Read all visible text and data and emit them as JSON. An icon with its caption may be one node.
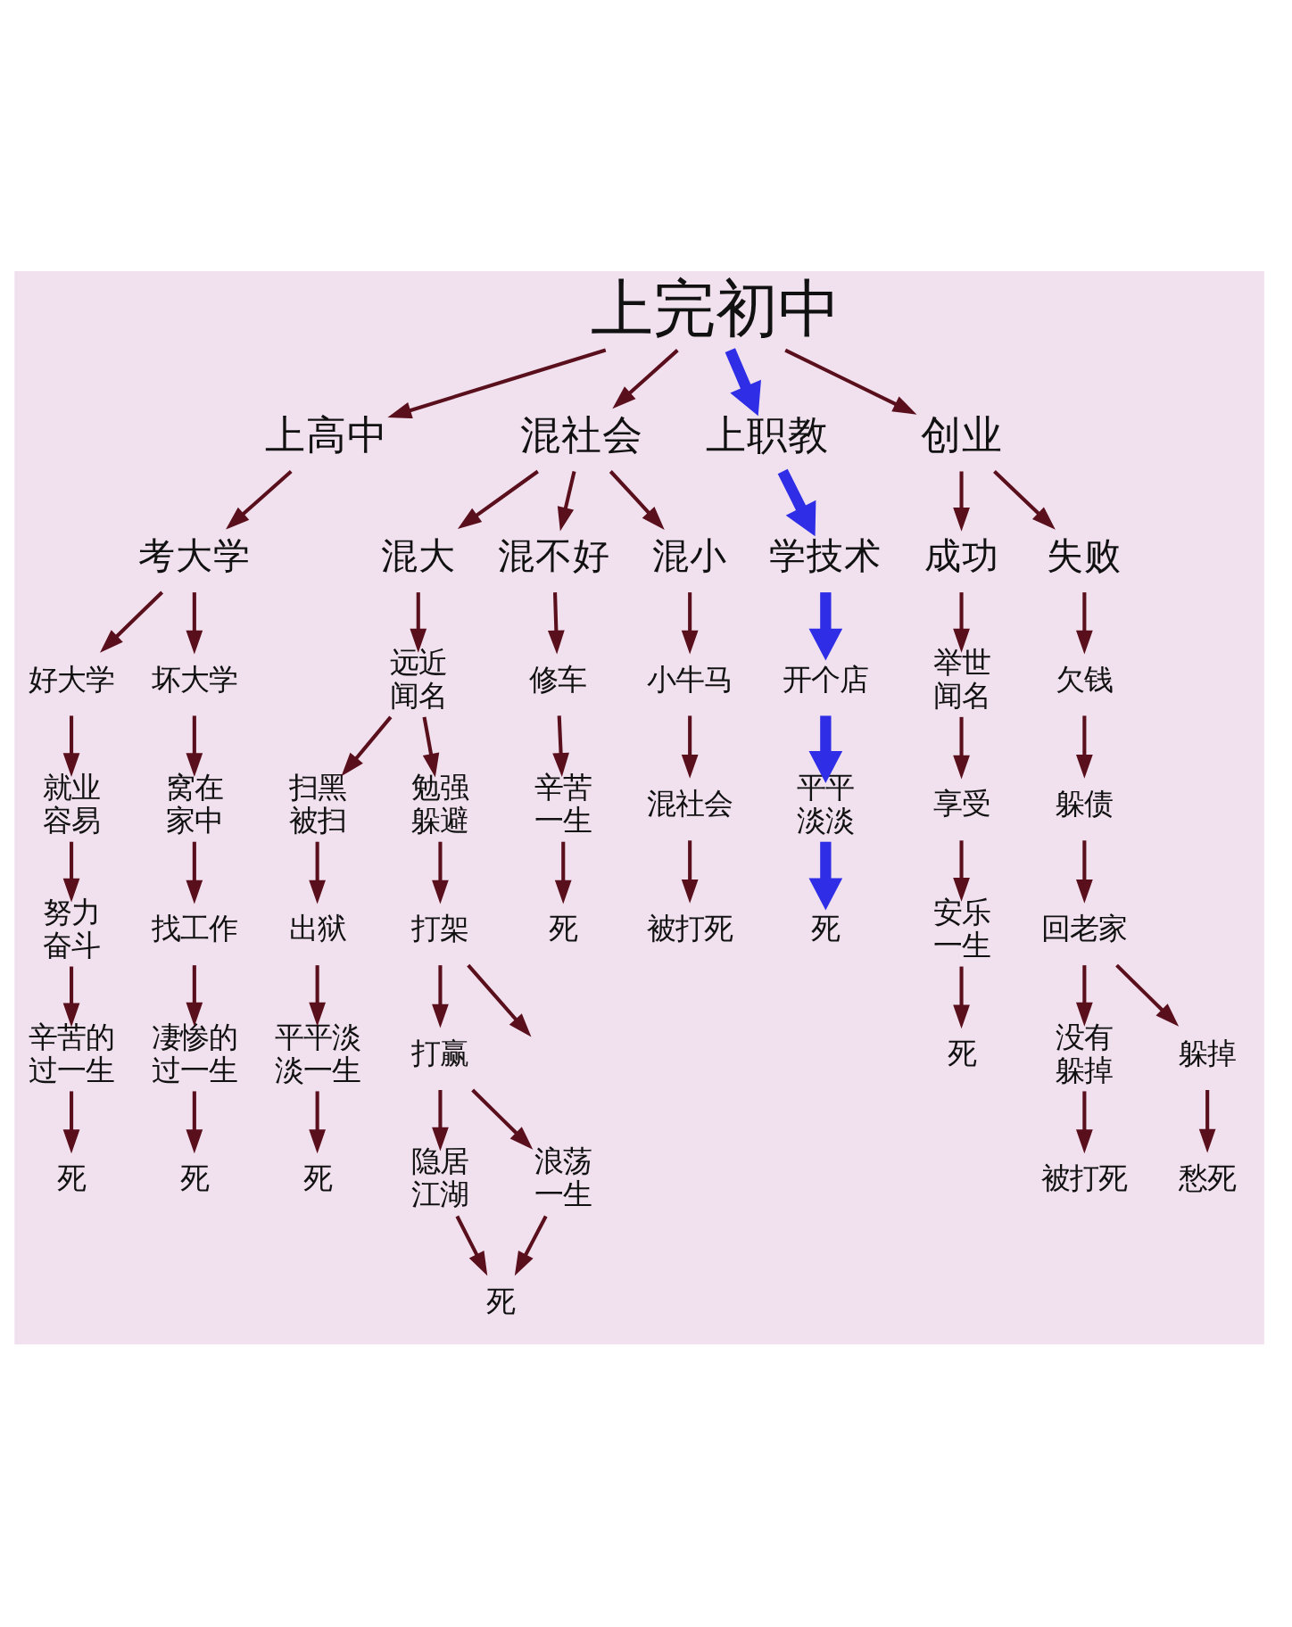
{
  "diagram": {
    "nodes": [
      {
        "text": [
          "上完初中"
        ]
      },
      {
        "text": [
          "上高中"
        ]
      },
      {
        "text": [
          "混社会"
        ]
      },
      {
        "text": [
          "上职教"
        ]
      },
      {
        "text": [
          "创业"
        ]
      },
      {
        "text": [
          "考大学"
        ]
      },
      {
        "text": [
          "混大"
        ]
      },
      {
        "text": [
          "混不好"
        ]
      },
      {
        "text": [
          "混小"
        ]
      },
      {
        "text": [
          "学技术"
        ]
      },
      {
        "text": [
          "成功"
        ]
      },
      {
        "text": [
          "失败"
        ]
      },
      {
        "text": [
          "好大学"
        ]
      },
      {
        "text": [
          "坏大学"
        ]
      },
      {
        "text": [
          "远近闻名"
        ]
      },
      {
        "text": [
          "修车"
        ]
      },
      {
        "text": [
          "小牛马"
        ]
      },
      {
        "text": [
          "开个店"
        ]
      },
      {
        "text": [
          "举世闻名"
        ]
      },
      {
        "text": [
          "欠钱"
        ]
      },
      {
        "text": [
          "就业容易"
        ]
      },
      {
        "text": [
          "窝在家中"
        ]
      },
      {
        "text": [
          "扫黑被扫"
        ]
      },
      {
        "text": [
          "勉强躲避"
        ]
      },
      {
        "text": [
          "辛苦一生"
        ]
      },
      {
        "text": [
          "混社会"
        ]
      },
      {
        "text": [
          "平平淡淡"
        ]
      },
      {
        "text": [
          "享受"
        ]
      },
      {
        "text": [
          "躲债"
        ]
      },
      {
        "text": [
          "努力奋斗"
        ]
      },
      {
        "text": [
          "找工作"
        ]
      },
      {
        "text": [
          "出狱"
        ]
      },
      {
        "text": [
          "打架"
        ]
      },
      {
        "text": [
          "死"
        ]
      },
      {
        "text": [
          "被打死"
        ]
      },
      {
        "text": [
          "死"
        ]
      },
      {
        "text": [
          "安乐一生"
        ]
      },
      {
        "text": [
          "回老家"
        ]
      },
      {
        "text": [
          "辛苦的过一生"
        ]
      },
      {
        "text": [
          "凄惨的过一生"
        ]
      },
      {
        "text": [
          "平平淡淡一生"
        ]
      },
      {
        "text": [
          "打赢"
        ]
      },
      {
        "text": [
          "死"
        ]
      },
      {
        "text": [
          "没有躲掉"
        ]
      },
      {
        "text": [
          "躲掉"
        ]
      },
      {
        "text": [
          "死"
        ]
      },
      {
        "text": [
          "死"
        ]
      },
      {
        "text": [
          "死"
        ]
      },
      {
        "text": [
          "隐居江湖"
        ]
      },
      {
        "text": [
          "浪荡一生"
        ]
      },
      {
        "text": [
          "被打死"
        ]
      },
      {
        "text": [
          "愁死"
        ]
      },
      {
        "text": [
          "死"
        ]
      }
    ],
    "edges": [
      {
        "from": 0,
        "to": 1,
        "arrow": "to"
      },
      {
        "from": 0,
        "to": 2,
        "arrow": "to"
      },
      {
        "from": 0,
        "to": 3,
        "arrow": "to",
        "style": "thick",
        "color": "#2f2ee6"
      },
      {
        "from": 0,
        "to": 4,
        "arrow": "to"
      },
      {
        "from": 1,
        "to": 5,
        "arrow": "to"
      },
      {
        "from": 2,
        "to": 6,
        "arrow": "to"
      },
      {
        "from": 2,
        "to": 7,
        "arrow": "to"
      },
      {
        "from": 2,
        "to": 8,
        "arrow": "to"
      },
      {
        "from": 3,
        "to": 9,
        "arrow": "to",
        "style": "thick",
        "color": "#2f2ee6"
      },
      {
        "from": 4,
        "to": 10,
        "arrow": "to"
      },
      {
        "from": 4,
        "to": 11,
        "arrow": "to"
      },
      {
        "from": 5,
        "to": 12,
        "arrow": "to"
      },
      {
        "from": 5,
        "to": 13,
        "arrow": "to"
      },
      {
        "from": 6,
        "to": 14,
        "arrow": "to"
      },
      {
        "from": 7,
        "to": 15,
        "arrow": "to"
      },
      {
        "from": 8,
        "to": 16,
        "arrow": "to"
      },
      {
        "from": 9,
        "to": 17,
        "arrow": "to",
        "style": "thick",
        "color": "#2f2ee6"
      },
      {
        "from": 10,
        "to": 18,
        "arrow": "to"
      },
      {
        "from": 11,
        "to": 19,
        "arrow": "to"
      },
      {
        "from": 12,
        "to": 20,
        "arrow": "to"
      },
      {
        "from": 13,
        "to": 21,
        "arrow": "to"
      },
      {
        "from": 14,
        "to": 22,
        "arrow": "to"
      },
      {
        "from": 14,
        "to": 23,
        "arrow": "to"
      },
      {
        "from": 15,
        "to": 24,
        "arrow": "to"
      },
      {
        "from": 16,
        "to": 25,
        "arrow": "to"
      },
      {
        "from": 17,
        "to": 26,
        "arrow": "to",
        "style": "thick",
        "color": "#2f2ee6"
      },
      {
        "from": 18,
        "to": 27,
        "arrow": "to"
      },
      {
        "from": 19,
        "to": 28,
        "arrow": "to"
      },
      {
        "from": 20,
        "to": 29,
        "arrow": "to"
      },
      {
        "from": 21,
        "to": 30,
        "arrow": "to"
      },
      {
        "from": 22,
        "to": 31,
        "arrow": "to"
      },
      {
        "from": 23,
        "to": 32,
        "arrow": "to"
      },
      {
        "from": 24,
        "to": 33,
        "arrow": "to"
      },
      {
        "from": 25,
        "to": 34,
        "arrow": "to"
      },
      {
        "from": 26,
        "to": 35,
        "arrow": "to",
        "style": "thick",
        "color": "#2f2ee6"
      },
      {
        "from": 27,
        "to": 36,
        "arrow": "to"
      },
      {
        "from": 28,
        "to": 37,
        "arrow": "to"
      },
      {
        "from": 29,
        "to": 38,
        "arrow": "to"
      },
      {
        "from": 30,
        "to": 39,
        "arrow": "to"
      },
      {
        "from": 31,
        "to": 40,
        "arrow": "to"
      },
      {
        "from": 32,
        "to": 41,
        "arrow": "to"
      },
      {
        "from": 32,
        "to": null,
        "arrow": "to"
      },
      {
        "from": 36,
        "to": 42,
        "arrow": "to"
      },
      {
        "from": 37,
        "to": 43,
        "arrow": "to"
      },
      {
        "from": 37,
        "to": 44,
        "arrow": "to"
      },
      {
        "from": 38,
        "to": 45,
        "arrow": "to"
      },
      {
        "from": 39,
        "to": 46,
        "arrow": "to"
      },
      {
        "from": 40,
        "to": 47,
        "arrow": "to"
      },
      {
        "from": 41,
        "to": 48,
        "arrow": "to"
      },
      {
        "from": 41,
        "to": 49,
        "arrow": "to"
      },
      {
        "from": 43,
        "to": 50,
        "arrow": "to"
      },
      {
        "from": 44,
        "to": 51,
        "arrow": "to"
      },
      {
        "from": 48,
        "to": 52,
        "arrow": "to"
      },
      {
        "from": 49,
        "to": 52,
        "arrow": "to"
      }
    ]
  }
}
